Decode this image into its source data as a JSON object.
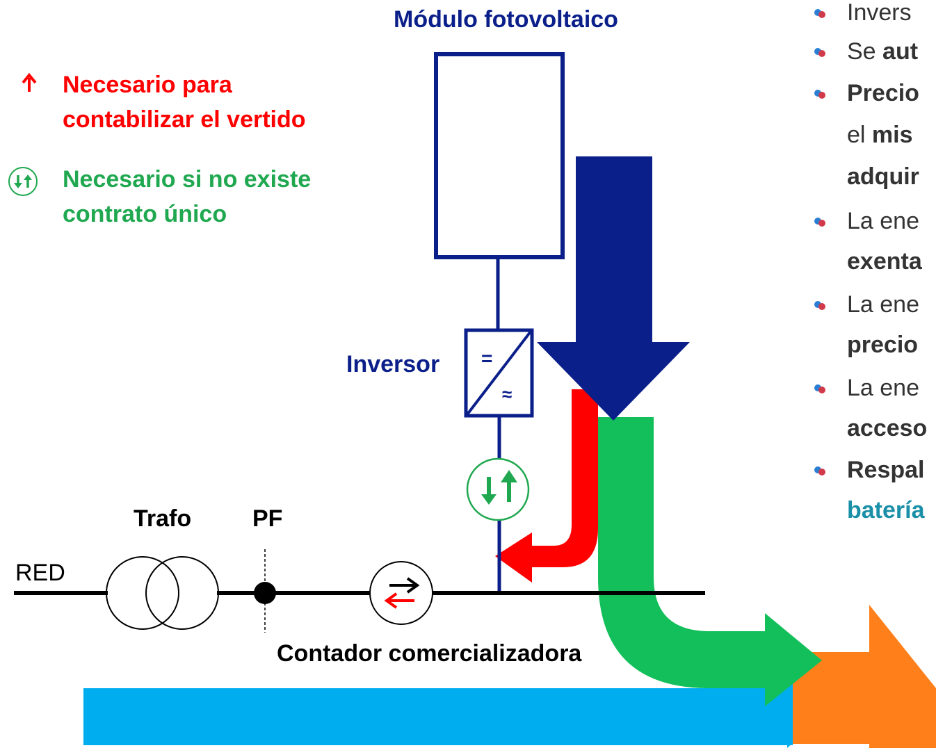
{
  "labels": {
    "module": "Módulo fotovoltaico",
    "inverter": "Inversor",
    "inverter_dc_symbol": "=",
    "inverter_ac_symbol": "≈",
    "trafo": "Trafo",
    "pf": "PF",
    "red": "RED",
    "meter": "Contador comercializadora"
  },
  "legend": {
    "red_line1": "Necesario para",
    "red_line2": "contabilizar el vertido",
    "green_line1": "Necesario si no existe",
    "green_line2": "contrato único"
  },
  "bullets": [
    {
      "text": "Invers",
      "bold": ""
    },
    {
      "text": "Se ",
      "bold": "aut"
    },
    {
      "text": "",
      "bold": "Precio"
    },
    {
      "text": "el ",
      "bold": "mis"
    },
    {
      "text": "",
      "bold": "adquir"
    },
    {
      "text": "La ene",
      "bold": ""
    },
    {
      "text": "",
      "bold": "exenta"
    },
    {
      "text": "La ene",
      "bold": ""
    },
    {
      "text": "",
      "bold": "precio"
    },
    {
      "text": "La ene",
      "bold": ""
    },
    {
      "text": "",
      "bold": "acceso"
    },
    {
      "text": "",
      "bold": "Respal"
    },
    {
      "text": "",
      "bold": "batería"
    }
  ],
  "colors": {
    "navy": "#0b1f8a",
    "red": "#ff0000",
    "green": "#12bf5a",
    "blue_arrow": "#00aeef",
    "orange_arrow": "#ff7f1a",
    "legend_green": "#1fa84f"
  }
}
